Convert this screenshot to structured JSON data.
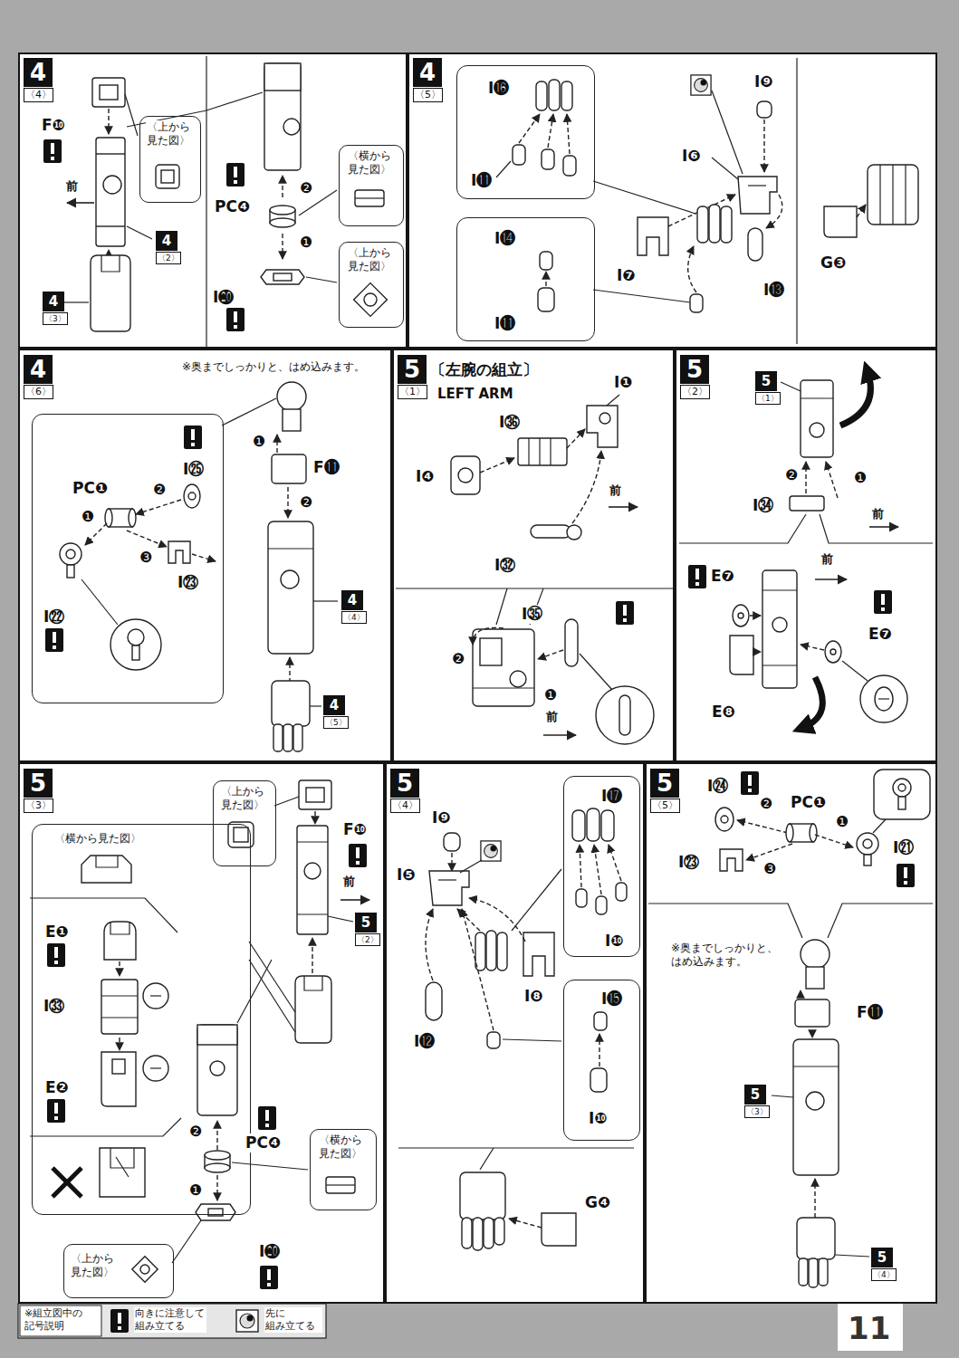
{
  "diagram": {
    "nodes": [
      {
        "text": [
          "4",
          "〈4〉"
        ]
      },
      {
        "text": [
          "〈上から 見た図〉"
        ],
        "in": 0
      },
      {
        "text": [
          "〈横から 見た図〉"
        ],
        "in": 0
      },
      {
        "text": [
          "〈上から 見た図〉"
        ],
        "in": 0
      },
      {
        "text": [
          "4",
          "〈5〉"
        ]
      },
      {
        "text": [
          "I⓰",
          "I⓫"
        ],
        "in": 4
      },
      {
        "text": [
          "I⓮",
          "I⓫"
        ],
        "in": 4
      },
      {
        "text": [
          "4",
          "〈6〉"
        ]
      },
      {
        "text": [
          "I㉕",
          "PC❶",
          "❷",
          "❶",
          "❸",
          "I㉓",
          "I㉒"
        ],
        "in": 7
      },
      {
        "text": [
          "5",
          "〈1〉",
          "〔左腕の組立〕",
          "LEFT ARM"
        ]
      },
      {
        "text": [
          "5",
          "〈2〉"
        ]
      },
      {
        "text": [
          "5",
          "〈3〉"
        ]
      },
      {
        "text": [
          "〈上から 見た図〉"
        ],
        "in": 11
      },
      {
        "text": [
          "〈横から見た図〉",
          "E❶",
          "I㉝",
          "E❷"
        ],
        "in": 11
      },
      {
        "text": [
          "〈横から 見た図〉"
        ],
        "in": 11
      },
      {
        "text": [
          "〈上から 見た図〉"
        ],
        "in": 11
      },
      {
        "text": [
          "5",
          "〈4〉"
        ]
      },
      {
        "text": [
          "I⓱",
          "I❿"
        ],
        "in": 16
      },
      {
        "text": [
          "I⓯",
          "I❿"
        ],
        "in": 16
      },
      {
        "text": [
          "5",
          "〈5〉"
        ]
      }
    ],
    "labels": [
      "F❿",
      "前",
      "4",
      "〈2〉",
      "4",
      "〈3〉",
      "PC❹",
      "❷",
      "❶",
      "I⓴",
      "I❾",
      "I❻",
      "I❼",
      "I⓭",
      "G❸",
      "※奥までしっかりと、はめ込みます。",
      "F⓫",
      "❶",
      "❷",
      "4",
      "〈4〉",
      "4",
      "〈5〉",
      "I❶",
      "I㊱",
      "I❹",
      "前",
      "I㉜",
      "I㉟",
      "❷",
      "❶",
      "前",
      "5",
      "〈1〉",
      "❷",
      "❶",
      "I㉞",
      "前",
      "E❼",
      "前",
      "E❼",
      "E❽",
      "F❿",
      "前",
      "5",
      "〈2〉",
      "PC❹",
      "❷",
      "❶",
      "I⓴",
      "I❾",
      "I❺",
      "I❽",
      "I⓬",
      "G❹",
      "I㉔",
      "PC❶",
      "❷",
      "❶",
      "I㉑",
      "I㉓",
      "❸",
      "※奥までしっかりと、 はめ込みます。",
      "F⓫",
      "5",
      "〈3〉",
      "5",
      "〈4〉",
      "※組立図中の 記号説明",
      "11"
    ],
    "legend": [
      {
        "text": "向きに注意して 組み立てる"
      },
      {
        "text": "先に 組み立てる"
      }
    ]
  }
}
